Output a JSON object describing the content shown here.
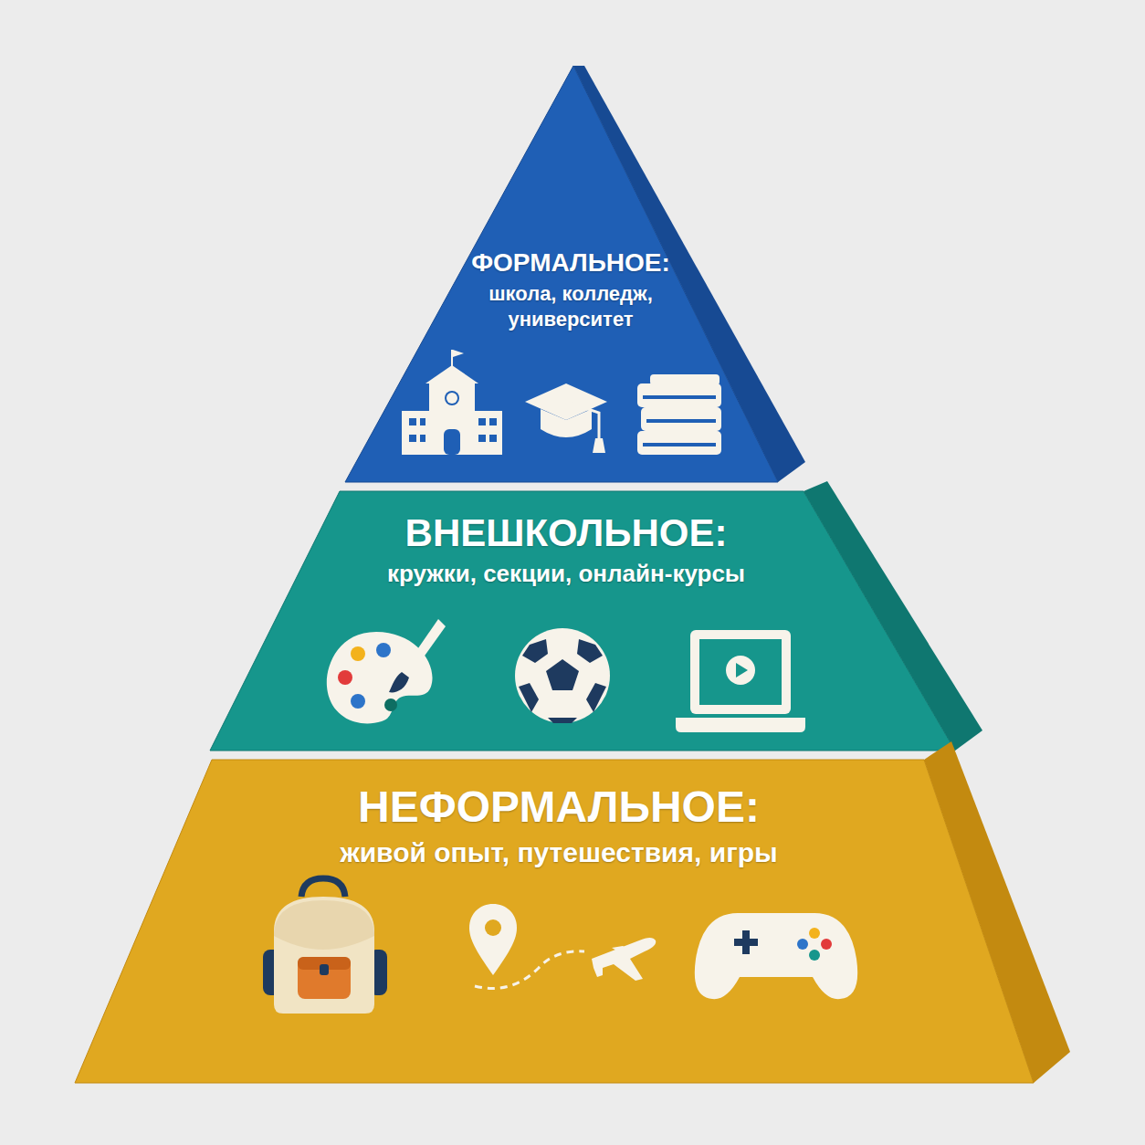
{
  "diagram": {
    "nodes": [
      {
        "text": [
          "ФОРМАЛЬНОЕ:",
          "школа, колледж, университет"
        ]
      },
      {
        "text": [
          "ВНЕШКОЛЬНОЕ:",
          "кружки, секции, онлайн-курсы"
        ]
      },
      {
        "text": [
          "НЕФОРМАЛЬНОЕ:",
          "живой опыт, путешествия, игры"
        ]
      }
    ]
  }
}
